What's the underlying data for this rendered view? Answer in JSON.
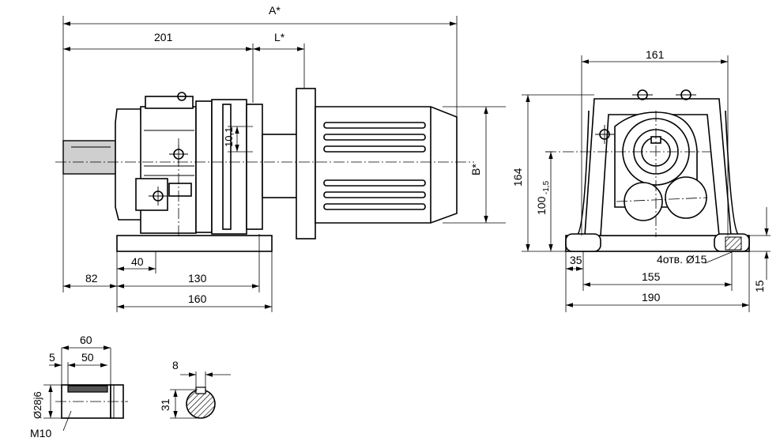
{
  "dimensions": {
    "overall_length": "A*",
    "len_201": "201",
    "motor_length": "L*",
    "motor_height": "B*",
    "height_10_1": "10,1",
    "width_82": "82",
    "width_40": "40",
    "width_130": "130",
    "width_160": "160",
    "top_width": "161",
    "total_height": "164",
    "axis_height": "100",
    "axis_height_tol": "-1,5",
    "foot_35": "35",
    "holes_label": "4отв. Ø15",
    "width_155": "155",
    "width_190": "190",
    "foot_15": "15",
    "shaft_60": "60",
    "shaft_50": "50",
    "shaft_5": "5",
    "shaft_diameter": "Ø28j6",
    "thread": "M10",
    "key_8": "8",
    "key_31": "31"
  }
}
